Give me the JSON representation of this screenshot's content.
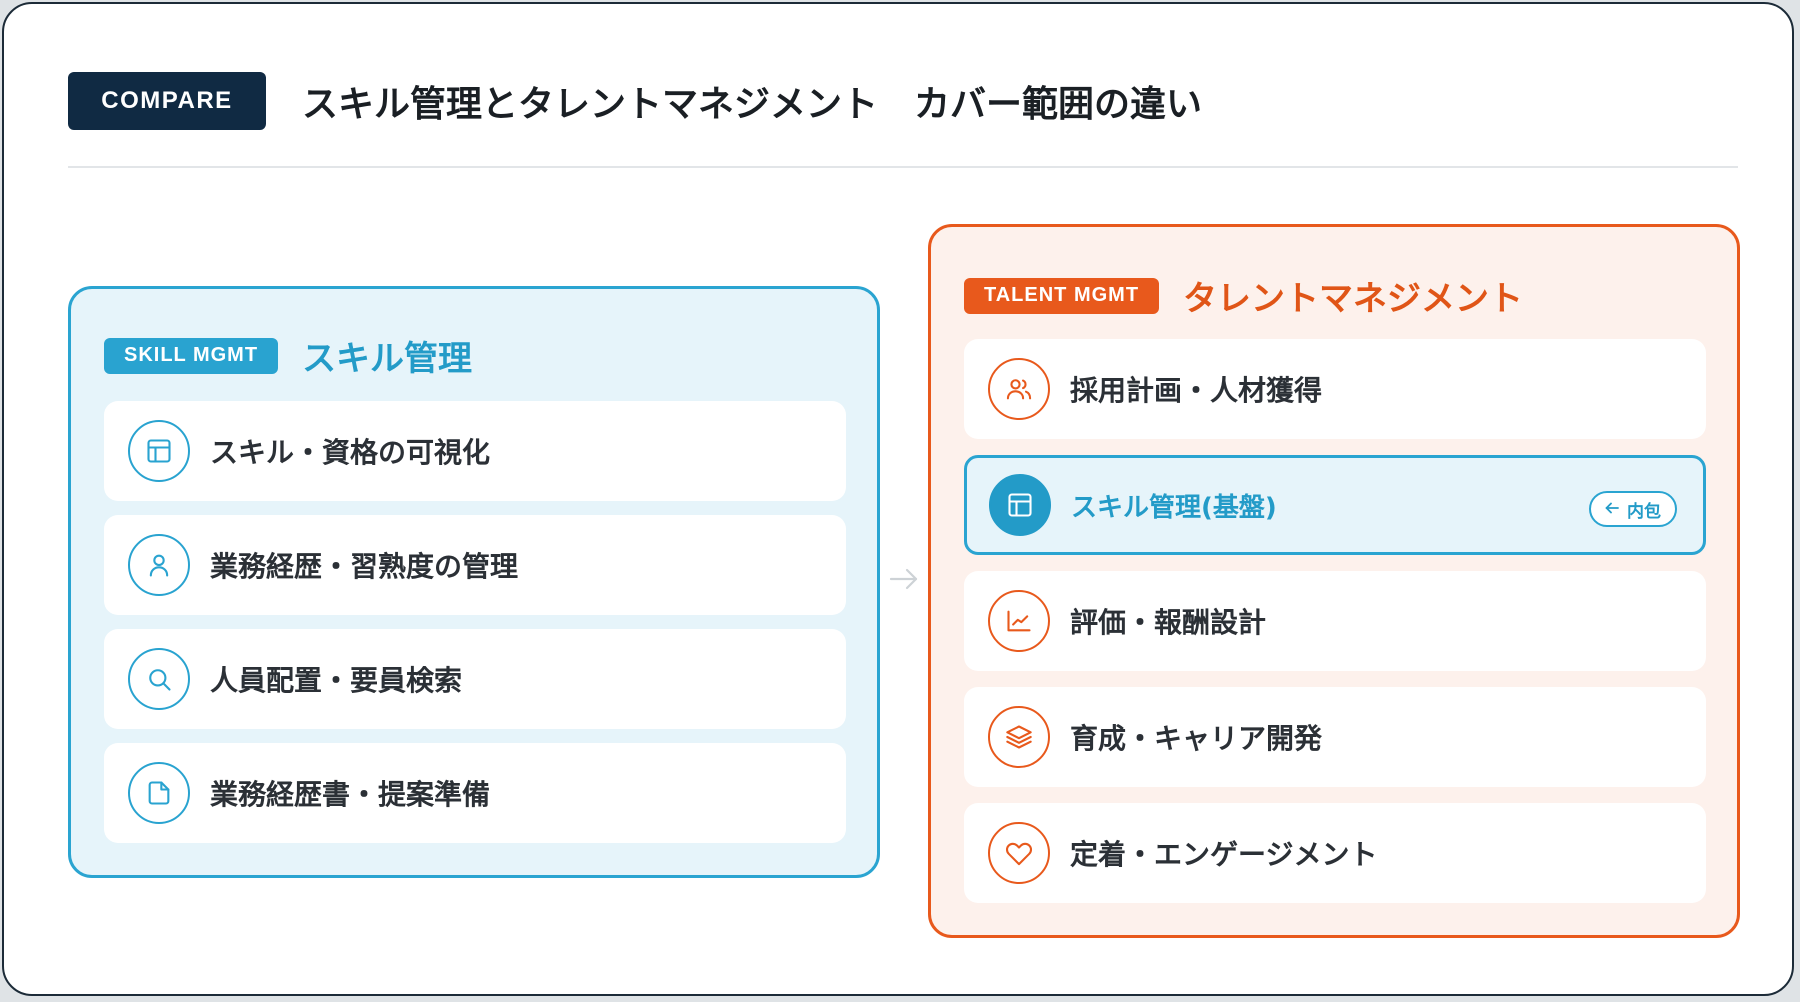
{
  "header": {
    "tag": "COMPARE",
    "title": "スキル管理とタレントマネジメント　カバー範囲の違い"
  },
  "skill_panel": {
    "tag": "SKILL MGMT",
    "title": "スキル管理",
    "color": "#29a3d0",
    "items": [
      {
        "label": "スキル・資格の可視化",
        "icon": "layout-icon"
      },
      {
        "label": "業務経歴・習熟度の管理",
        "icon": "user-icon"
      },
      {
        "label": "人員配置・要員検索",
        "icon": "search-icon"
      },
      {
        "label": "業務経歴書・提案準備",
        "icon": "document-icon"
      }
    ]
  },
  "talent_panel": {
    "tag": "TALENT MGMT",
    "title": "タレントマネジメント",
    "color": "#e8591c",
    "items": [
      {
        "label": "採用計画・人材獲得",
        "icon": "users-icon"
      },
      {
        "label": "スキル管理(基盤)",
        "icon": "layout-icon",
        "badge": "内包",
        "badge_icon": "arrow-left-icon"
      },
      {
        "label": "評価・報酬設計",
        "icon": "chart-icon"
      },
      {
        "label": "育成・キャリア開発",
        "icon": "layers-icon"
      },
      {
        "label": "定着・エンゲージメント",
        "icon": "heart-icon"
      }
    ]
  }
}
